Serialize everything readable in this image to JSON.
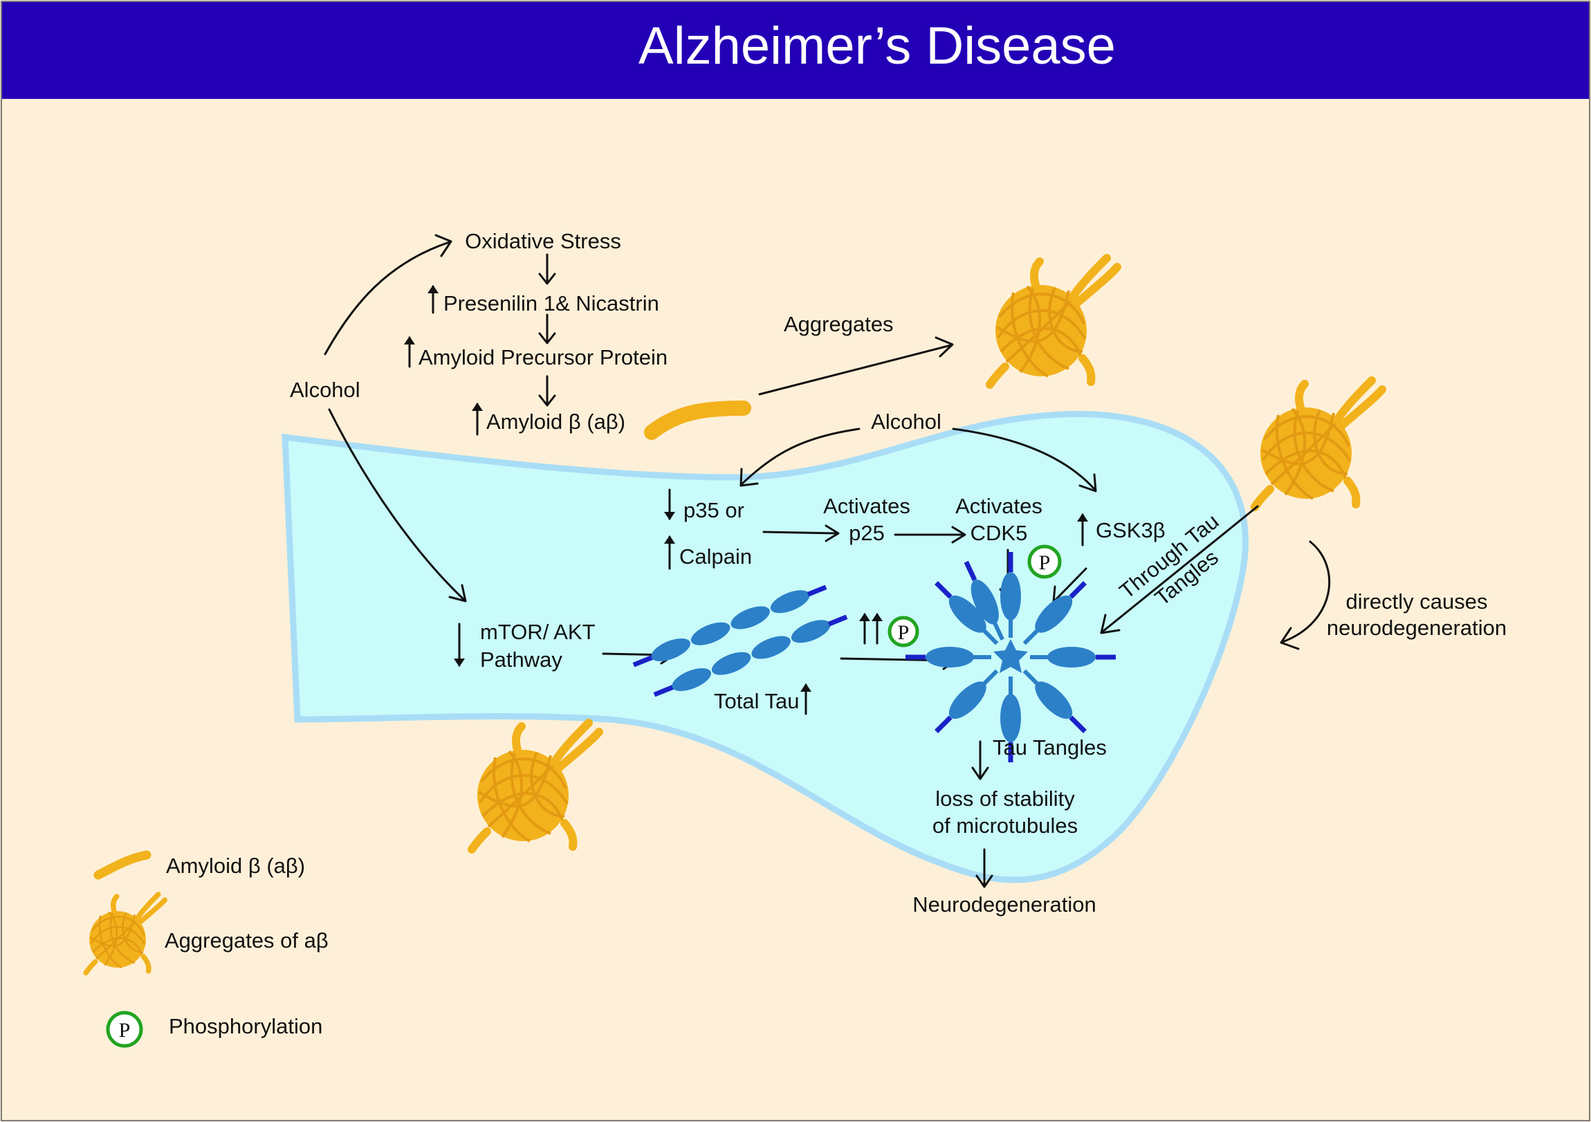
{
  "title": "Alzheimer’s Disease",
  "colors": {
    "title_bar": "#2300B6",
    "background": "#FEF0D8",
    "cell_fill": "#C8FBFA",
    "cell_border": "#A9DDF6",
    "amyloid": "#F2B21C",
    "amyloid_edge": "#E39A12",
    "tau_body": "#2C80C8",
    "tau_tip": "#1A22C8",
    "phospho_ring": "#22A422"
  },
  "labels": {
    "oxidative_stress": "Oxidative Stress",
    "presenilin": "Presenilin 1& Nicastrin",
    "app": "Amyloid Precursor Protein",
    "amyloid_beta": "Amyloid β (aβ)",
    "alcohol_left": "Alcohol",
    "aggregates": "Aggregates",
    "alcohol_center": "Alcohol",
    "p35": "p35 or",
    "calpain": "Calpain",
    "activates_1": "Activates",
    "p25": "p25",
    "activates_2": "Activates",
    "cdk5": "CDK5",
    "gsk3b": "GSK3β",
    "through_tau_1": "Through Tau",
    "through_tau_2": "Tangles",
    "directly_causes_1": "directly causes",
    "directly_causes_2": "neurodegeneration",
    "mtor_1": "mTOR/ AKT",
    "mtor_2": "Pathway",
    "total_tau": "Total Tau",
    "tau_tangles": "Tau Tangles",
    "loss_1": "loss of stability",
    "loss_2": "of microtubules",
    "neurodegeneration": "Neurodegeneration"
  },
  "phospho_symbol": "P",
  "legend": {
    "amyloid": "Amyloid β (aβ)",
    "aggregates": "Aggregates of aβ",
    "phosphorylation": "Phosphorylation"
  }
}
